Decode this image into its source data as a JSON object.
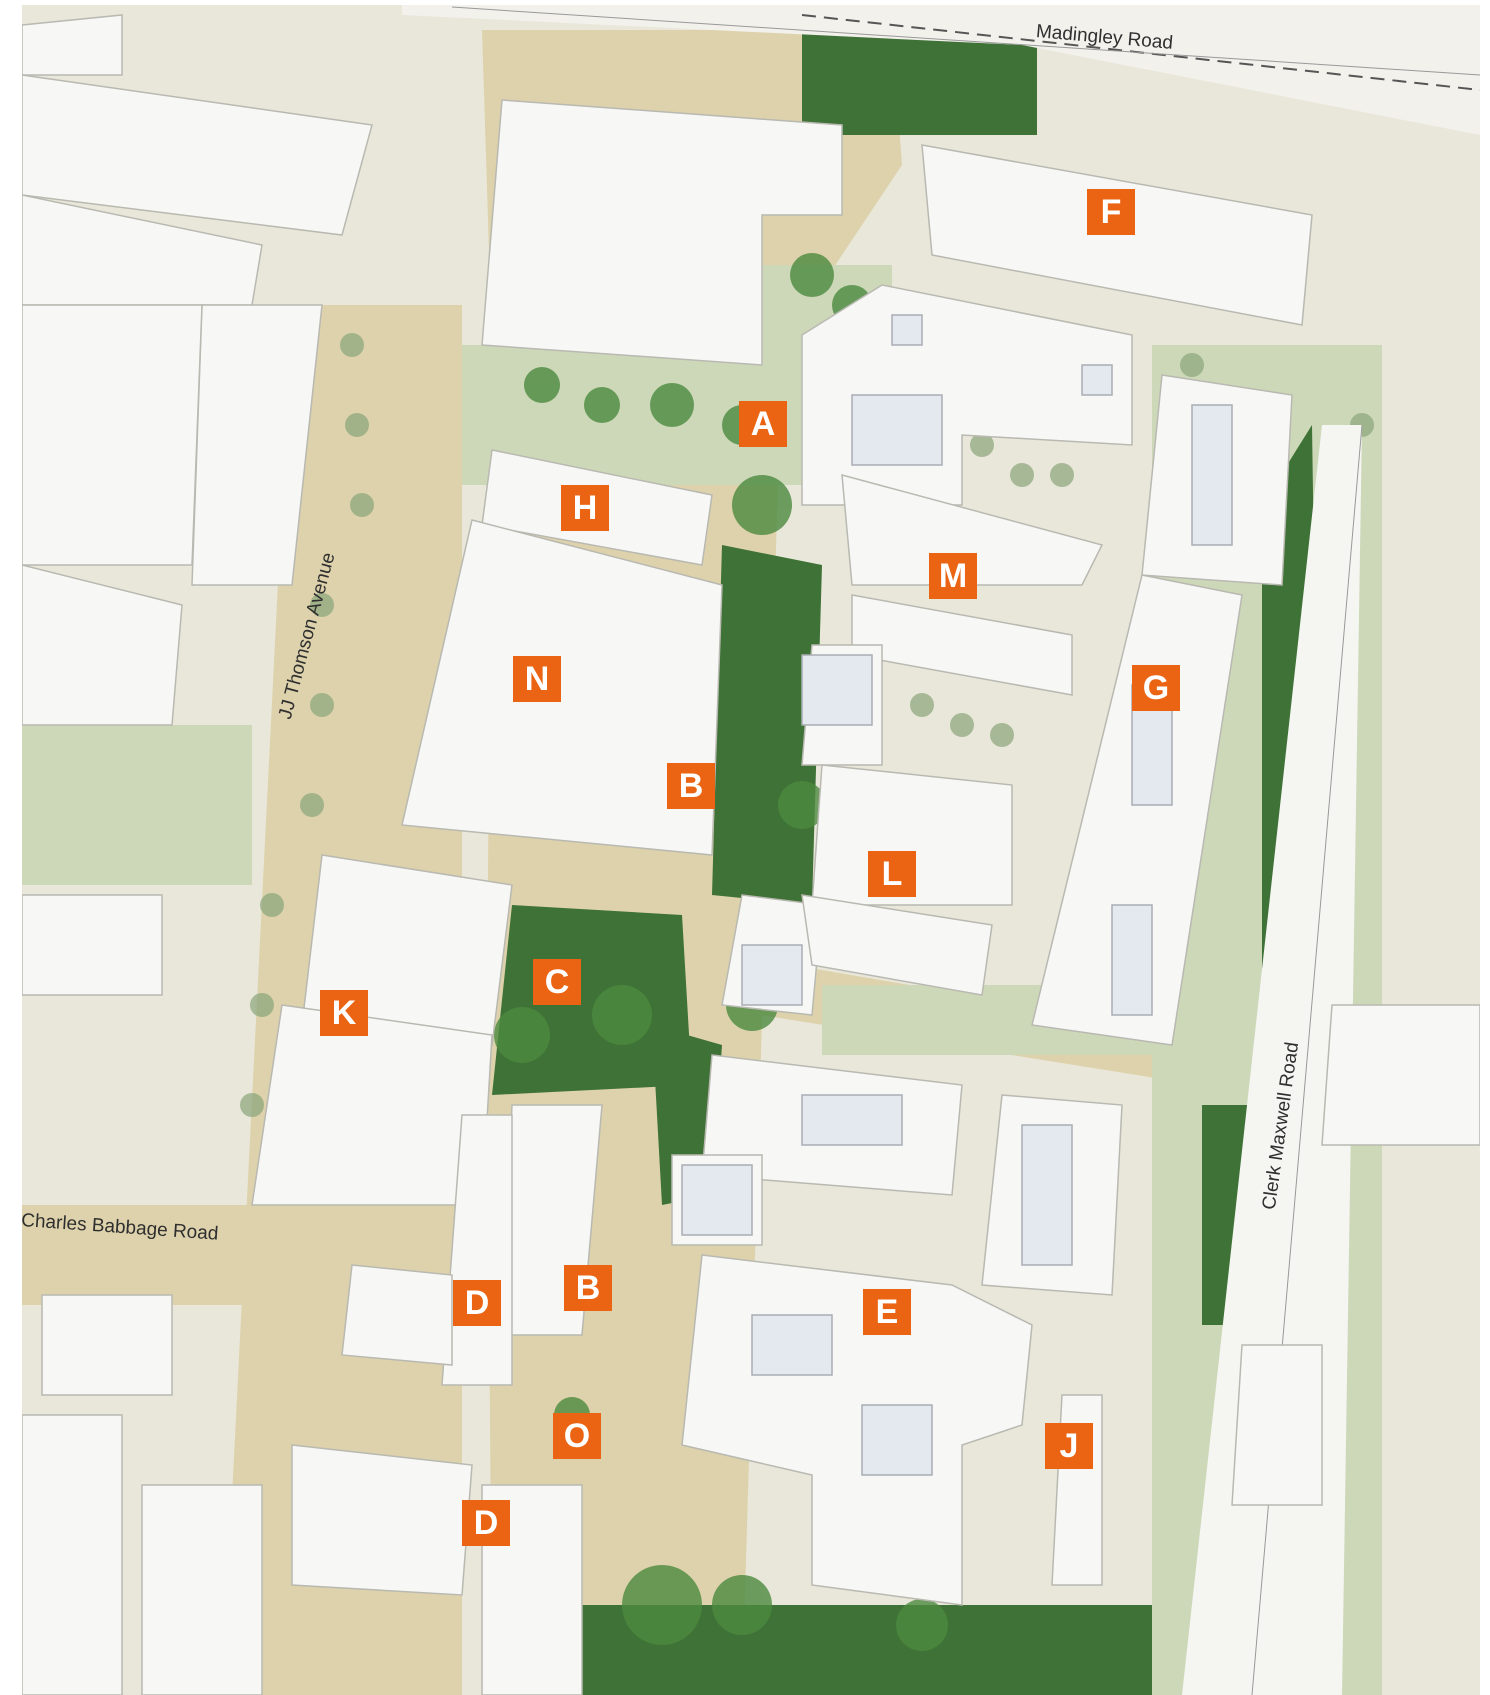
{
  "roads": {
    "madingley": "Madingley Road",
    "jj_thomson": "JJ Thomson Avenue",
    "charles_babbage": "Charles Babbage Road",
    "clerk_maxwell": "Clerk Maxwell Road"
  },
  "markers": {
    "A": "A",
    "B1": "B",
    "B2": "B",
    "C": "C",
    "D1": "D",
    "D2": "D",
    "E": "E",
    "F": "F",
    "G": "G",
    "H": "H",
    "J": "J",
    "K": "K",
    "L": "L",
    "M": "M",
    "N": "N",
    "O": "O"
  },
  "colors": {
    "marker": "#ea6413",
    "building": "#f7f7f5",
    "ground": "#e9e7da",
    "path": "#ded3ac",
    "grass": "#c9d5b3",
    "dark_green": "#2e5e2c"
  }
}
